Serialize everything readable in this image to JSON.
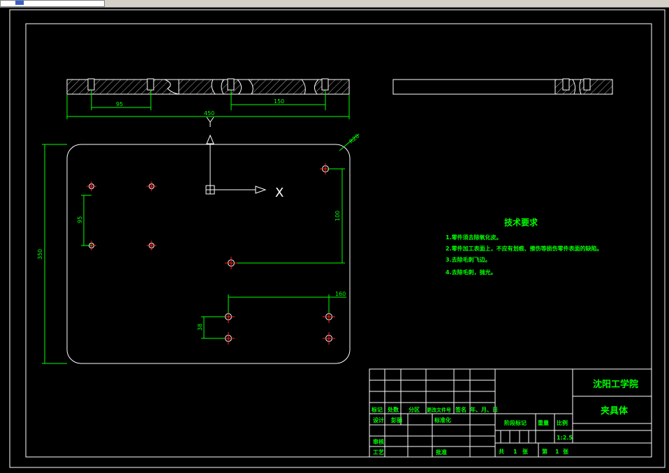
{
  "colors": {
    "background": "#000000",
    "frame": "#ffffff",
    "dimension": "#00ff00",
    "centerline": "#ff2020"
  },
  "section_view": {
    "dims": {
      "d95": "95",
      "d150": "150",
      "d450": "450"
    }
  },
  "plan_view": {
    "dims": {
      "d350": "350",
      "d95v": "95",
      "d100": "100",
      "d160": "160",
      "d38": "38",
      "r20": "R20"
    },
    "axis_x_label": "X",
    "axis_y_label": "Y"
  },
  "tech_requirements": {
    "title": "技术要求",
    "items": [
      "1.零件须去除氧化皮。",
      "2.零件加工表面上，不应有划痕、擦伤等损伤零件表面的缺陷。",
      "3.去除毛刺飞边。",
      "4.去除毛刺，抛光。"
    ]
  },
  "title_block": {
    "school": "沈阳工学院",
    "part_name": "夹具体",
    "headers": [
      "标记",
      "处数",
      "分区",
      "更改文件号",
      "签名",
      "年、月、日"
    ],
    "row_design": {
      "label": "设计",
      "name": "彭丽",
      "std_label": "标准化"
    },
    "stage_mark": "阶段标记",
    "weight": "重量",
    "scale_label": "比例",
    "scale_value": "1:2.5",
    "review": "审核",
    "process": "工艺",
    "approve": "批准",
    "sheet_total": "共",
    "sheet_total_num": "1",
    "sheet_word": "张",
    "sheet_no": "第",
    "sheet_no_num": "1",
    "sheet_word2": "张"
  }
}
